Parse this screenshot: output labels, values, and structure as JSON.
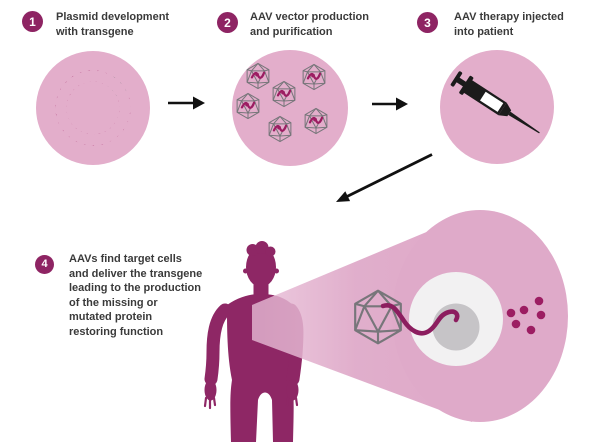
{
  "steps": [
    {
      "number": "1",
      "lines": [
        "Plasmid development",
        "with transgene"
      ],
      "icon": "plasmid-dna-icon"
    },
    {
      "number": "2",
      "lines": [
        "AAV vector production",
        "and purification"
      ],
      "icon": "aav-capsid-icon"
    },
    {
      "number": "3",
      "lines": [
        "AAV therapy injected",
        "into patient"
      ],
      "icon": "syringe-icon"
    },
    {
      "number": "4",
      "lines": [
        "AAVs find target cells",
        "and deliver the transgene",
        "leading to the production",
        "of the missing or",
        "mutated protein",
        "restoring function"
      ],
      "icon": "cell-transduction-icon"
    }
  ],
  "figure": {
    "aav_capsid_count_step2": 6,
    "protein_dot_count": 6,
    "icons": [
      "arrow-right-icon",
      "arrow-down-left-icon",
      "plasmid-dna-icon",
      "aav-capsid-icon",
      "syringe-icon",
      "human-silhouette-icon",
      "magnifier-beam",
      "target-cell-icon",
      "nucleus-icon",
      "transgene-squiggle-icon",
      "protein-dots-icon"
    ]
  },
  "colors": {
    "badge_magenta": "#8e2463",
    "body_magenta": "#8e2765",
    "plasmid_magenta": "#9c2264",
    "transgene_gray": "#717175",
    "capsid_gray": "#77767a",
    "circle_pink": "#e3aecb",
    "beam_pink": "#dfaac9",
    "cell_white": "#f2f1f2",
    "nucleus_gray": "#c6c4c7",
    "text_gray": "#3a3a3a",
    "arrow_black": "#111111"
  }
}
